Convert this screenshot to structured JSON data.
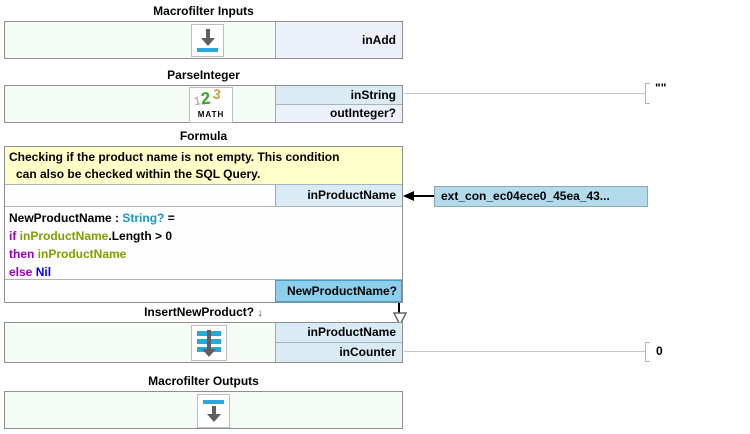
{
  "blocks": {
    "macrofilterInputs": {
      "title": "Macrofilter Inputs",
      "ports": {
        "inAdd": "inAdd"
      }
    },
    "parseInteger": {
      "title": "ParseInteger",
      "ports": {
        "inString": "inString",
        "outInteger": "outInteger?"
      }
    },
    "formula": {
      "title": "Formula",
      "comment": {
        "line1": "Checking if the product name is not empty. This condition",
        "line2": "can also be checked within the SQL Query."
      },
      "ports": {
        "inProductName": "inProductName",
        "outNewProductName": "NewProductName?"
      },
      "code": [
        [
          {
            "t": "NewProductName : "
          },
          {
            "t": "String?"
          },
          {
            "t": " ="
          }
        ],
        [
          {
            "t": "if "
          },
          {
            "t": "inProductName"
          },
          {
            "t": ".Length > 0"
          }
        ],
        [
          {
            "t": "then "
          },
          {
            "t": "inProductName"
          }
        ],
        [
          {
            "t": "else "
          },
          {
            "t": "Nil"
          }
        ]
      ]
    },
    "insertNewProduct": {
      "title": "InsertNewProduct?",
      "titleArrow": "↓",
      "ports": {
        "inProductName": "inProductName",
        "inCounter": "inCounter"
      }
    },
    "macrofilterOutputs": {
      "title": "Macrofilter Outputs"
    }
  },
  "externals": {
    "extConnectionLabel": "ext_con_ec04ece0_45ea_43...",
    "inStringValue": "\"\"",
    "inCounterValue": "0"
  },
  "icons": {
    "parseIntegerDigit1": "1",
    "parseIntegerDigit2": "2",
    "parseIntegerDigit3": "3",
    "parseIntegerLabel": "MATH"
  },
  "colors": {
    "accentBlue": "#29a8dc",
    "portBlue": "#d9ebf4",
    "lavender": "#ecf0fa",
    "skyBlue": "#8bcfec",
    "commentYellow": "#ffffca",
    "extBoxBlue": "#b3dbeb",
    "keyword": "#9900bb",
    "identifier": "#7da000",
    "type": "#1899c2",
    "literal": "#0000ee"
  }
}
